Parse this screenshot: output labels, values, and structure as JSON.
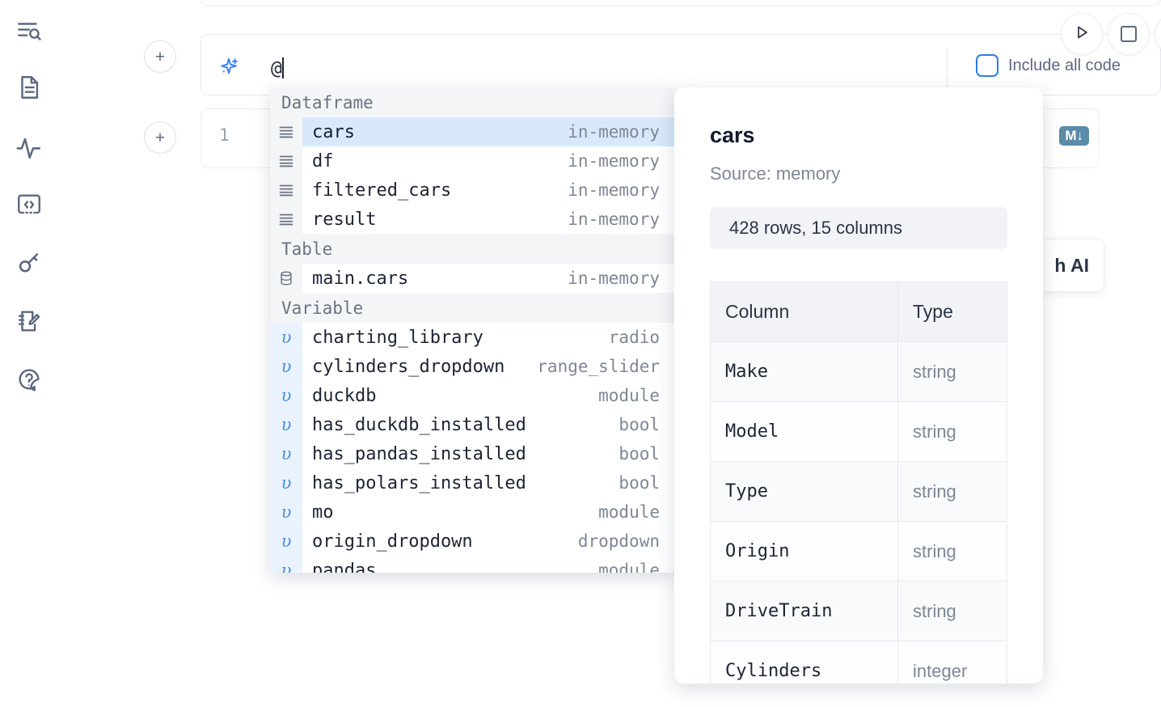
{
  "sidebar": {
    "items": [
      {
        "name": "outline-search-icon",
        "label": "Outline / search"
      },
      {
        "name": "file-document-icon",
        "label": "Notebook file"
      },
      {
        "name": "activity-pulse-icon",
        "label": "Activity"
      },
      {
        "name": "code-brackets-icon",
        "label": "Snippets"
      },
      {
        "name": "key-icon",
        "label": "Secrets"
      },
      {
        "name": "notebook-edit-icon",
        "label": "Scratchpad"
      },
      {
        "name": "help-question-icon",
        "label": "Help"
      }
    ]
  },
  "toolbar": {
    "add_cell_label": "+",
    "include_all_code_label": "Include all code",
    "include_all_code_checked": false,
    "run_button_label": "Run",
    "stop_button_label": "Stop",
    "checkbox_color": "#2f7de1"
  },
  "ai_prompt": {
    "value": "@",
    "icon": "sparkles-icon",
    "icon_color": "#3b82f6"
  },
  "code_cell": {
    "line_number": "1",
    "sql_icon": "database-icon",
    "markdown_badge": "M↓",
    "icon_color": "#5b8ba8"
  },
  "ai_card": {
    "label": "h AI"
  },
  "autocomplete": {
    "selected_index": 0,
    "selected_bg": "#d8e9fb",
    "groups": [
      {
        "label": "Dataframe",
        "icon": "dataframe-rows-icon",
        "items": [
          {
            "name": "cars",
            "meta": "in-memory",
            "selected": true
          },
          {
            "name": "df",
            "meta": "in-memory",
            "selected": false
          },
          {
            "name": "filtered_cars",
            "meta": "in-memory",
            "selected": false
          },
          {
            "name": "result",
            "meta": "in-memory",
            "selected": false
          }
        ]
      },
      {
        "label": "Table",
        "icon": "database-icon",
        "items": [
          {
            "name": "main.cars",
            "meta": "in-memory",
            "selected": false
          }
        ]
      },
      {
        "label": "Variable",
        "icon": "variable-upsilon-icon",
        "items": [
          {
            "name": "charting_library",
            "meta": "radio",
            "selected": false
          },
          {
            "name": "cylinders_dropdown",
            "meta": "range_slider",
            "selected": false
          },
          {
            "name": "duckdb",
            "meta": "module",
            "selected": false
          },
          {
            "name": "has_duckdb_installed",
            "meta": "bool",
            "selected": false
          },
          {
            "name": "has_pandas_installed",
            "meta": "bool",
            "selected": false
          },
          {
            "name": "has_polars_installed",
            "meta": "bool",
            "selected": false
          },
          {
            "name": "mo",
            "meta": "module",
            "selected": false
          },
          {
            "name": "origin_dropdown",
            "meta": "dropdown",
            "selected": false
          },
          {
            "name": "pandas",
            "meta": "module",
            "selected": false
          }
        ]
      }
    ]
  },
  "preview": {
    "title": "cars",
    "source": "Source: memory",
    "stats": "428 rows, 15 columns",
    "columns_header": "Column",
    "type_header": "Type",
    "rows": [
      {
        "column": "Make",
        "type": "string"
      },
      {
        "column": "Model",
        "type": "string"
      },
      {
        "column": "Type",
        "type": "string"
      },
      {
        "column": "Origin",
        "type": "string"
      },
      {
        "column": "DriveTrain",
        "type": "string"
      },
      {
        "column": "Cylinders",
        "type": "integer"
      }
    ]
  }
}
